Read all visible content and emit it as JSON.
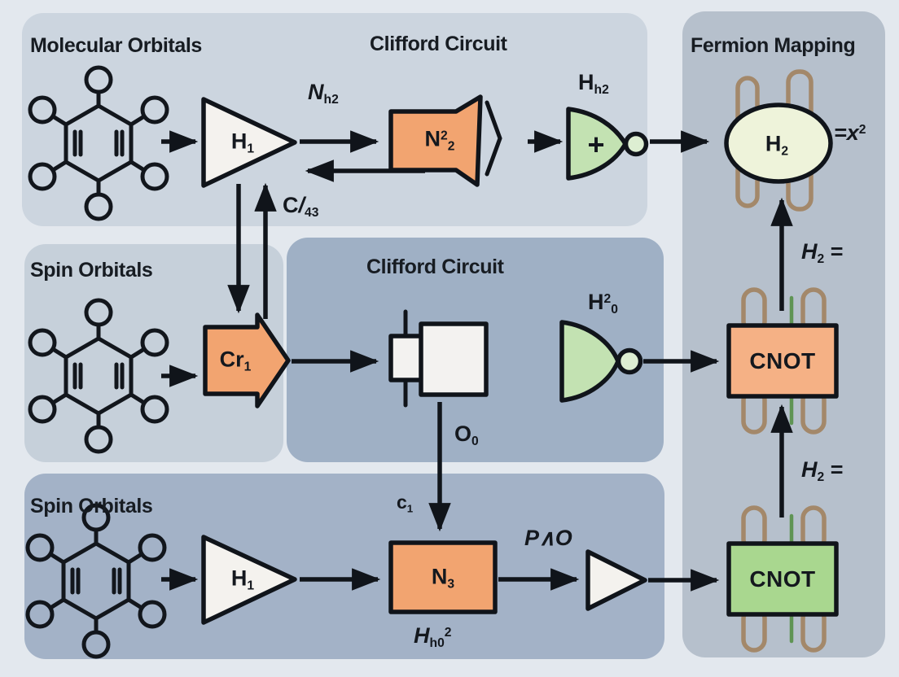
{
  "panels": {
    "molecular_orbitals": {
      "title": "Molecular Orbitals"
    },
    "clifford_top": {
      "title": "Clifford Circuit"
    },
    "fermion_mapping": {
      "title": "Fermion Mapping"
    },
    "spin_orbitals_mid": {
      "title": "Spin Orbitals"
    },
    "clifford_mid": {
      "title": "Clifford Circuit"
    },
    "spin_orbitals_bottom": {
      "title": "Spin Orbitals"
    }
  },
  "gates": {
    "h1_top": {
      "base": "H",
      "sub": "1"
    },
    "h1_bottom": {
      "base": "H",
      "sub": "1"
    },
    "cr1": {
      "base": "Cr",
      "sub": "1"
    },
    "n22": {
      "base": "N",
      "sup": "2",
      "sub": "2"
    },
    "n3": {
      "base": "N",
      "sub": "3"
    },
    "plus_gate": "+",
    "not_gate_mid": {
      "base": "H",
      "sup": "2",
      "sub": "0"
    },
    "cnot_top": "CNOT",
    "cnot_bottom": "CNOT",
    "h2_state": {
      "base": "H",
      "sub": "2"
    }
  },
  "annotations": {
    "n_h2": {
      "base": "N",
      "sub": "h2"
    },
    "c_slash_43": {
      "base": "C",
      "slash": "/",
      "sub": "43"
    },
    "h_h2": {
      "base": "H",
      "sub": "h2"
    },
    "o_0": {
      "base": "O",
      "sub": "0"
    },
    "c_1": {
      "base": "c",
      "sub": "1"
    },
    "p_and_o": "P∧O",
    "h_h0_sq": {
      "base": "H",
      "sub": "h0",
      "sup": "2"
    },
    "eq_x2": {
      "base": "=x",
      "sup": "2"
    },
    "h2_eq_upper": {
      "base": "H",
      "sub": "2",
      "eq": " ="
    },
    "h2_eq_lower": {
      "base": "H",
      "sub": "2",
      "eq": " ="
    }
  },
  "colors": {
    "background": "#e3e8ee",
    "panel_top": "#ccd5df",
    "panel_spin_mid": "#c6d0da",
    "panel_clifford_mid": "#9fb0c5",
    "panel_spin_bottom": "#a3b2c7",
    "panel_fermion": "#b6c0cc",
    "block_orange": "#f2a470",
    "cnot_orange": "#f5b185",
    "cnot_green": "#a9d78f",
    "gate_green": "#c3e2b2",
    "bubble_green": "#ddeed2",
    "buffer_fill": "#f4f2ee",
    "register_fill": "#f3f2f0",
    "state_fill": "#eef3da",
    "loop_brown": "#a3886a",
    "tick_green": "#5f9454",
    "outline": "#10141a"
  }
}
